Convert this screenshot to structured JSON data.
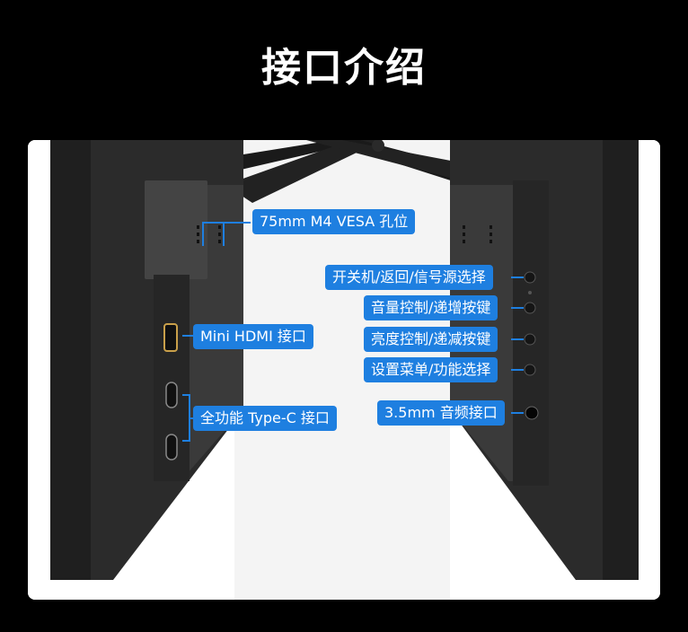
{
  "title": "接口介绍",
  "labels": {
    "vesa": "75mm M4 VESA 孔位",
    "hdmi": "Mini HDMI 接口",
    "typec": "全功能 Type-C 接口",
    "power": "开关机/返回/信号源选择",
    "volume": "音量控制/递增按键",
    "brightness": "亮度控制/递减按键",
    "menu": "设置菜单/功能选择",
    "audio": "3.5mm 音频接口"
  },
  "colors": {
    "background": "#000000",
    "card": "#ffffff",
    "label": "#1e7fe0",
    "device": "#2c2c2c"
  }
}
